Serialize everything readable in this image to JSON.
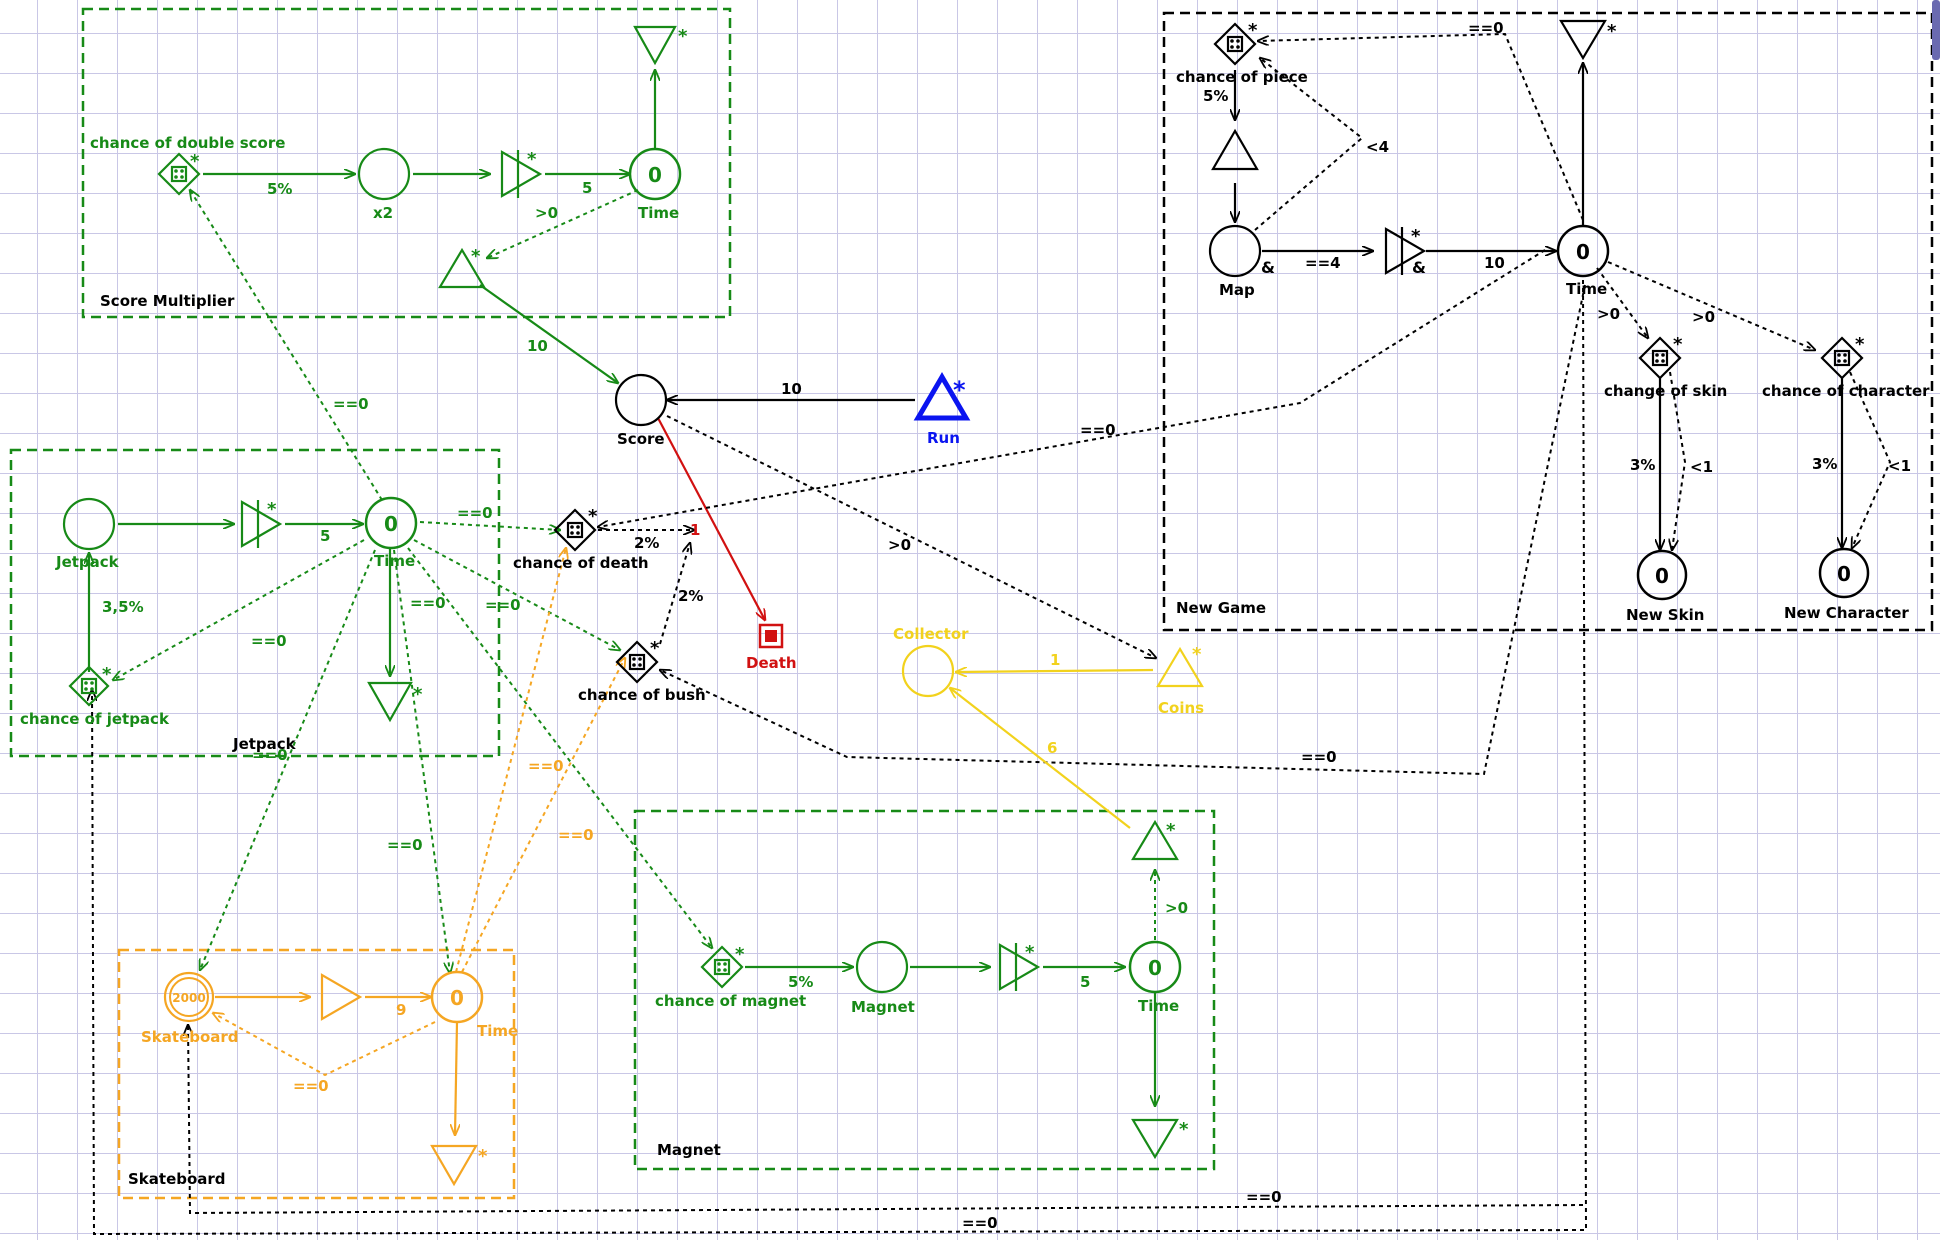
{
  "colors": {
    "black": "#000000",
    "green": "#178a17",
    "orange": "#f5a623",
    "yellow": "#f2d21d",
    "red": "#d11111",
    "blue": "#0a14f0",
    "grid": "#c9c7e6"
  },
  "groups": {
    "score_multiplier": "Score Multiplier",
    "jetpack": "Jetpack",
    "skateboard": "Skateboard",
    "magnet": "Magnet",
    "new_game": "New Game"
  },
  "labels": {
    "chance_double_score": "chance of double score",
    "x2": "x2",
    "time": "Time",
    "score": "Score",
    "run": "Run",
    "death": "Death",
    "collector": "Collector",
    "coins": "Coins",
    "jetpack": "Jetpack",
    "chance_jetpack": "chance of jetpack",
    "chance_death": "chance of death",
    "chance_bush": "chance of bush",
    "skateboard": "Skateboard",
    "chance_magnet": "chance of magnet",
    "magnet": "Magnet",
    "chance_piece": "chance of piece",
    "map": "Map",
    "change_skin": "change of skin",
    "chance_character": "chance of character",
    "new_skin": "New Skin",
    "new_character": "New Character"
  },
  "values": {
    "zero": "0",
    "skateboard_count": "2000",
    "star": "*",
    "amp": "&"
  },
  "edges": {
    "p5": "5%",
    "n5": "5",
    "gt0": ">0",
    "n10": "10",
    "eq0": "==0",
    "n1": "1",
    "p2": "2%",
    "p35": "3,5%",
    "n9": "9",
    "n6": "6",
    "lt4": "<4",
    "eq4": "==4",
    "p3": "3%",
    "lt1": "<1"
  }
}
